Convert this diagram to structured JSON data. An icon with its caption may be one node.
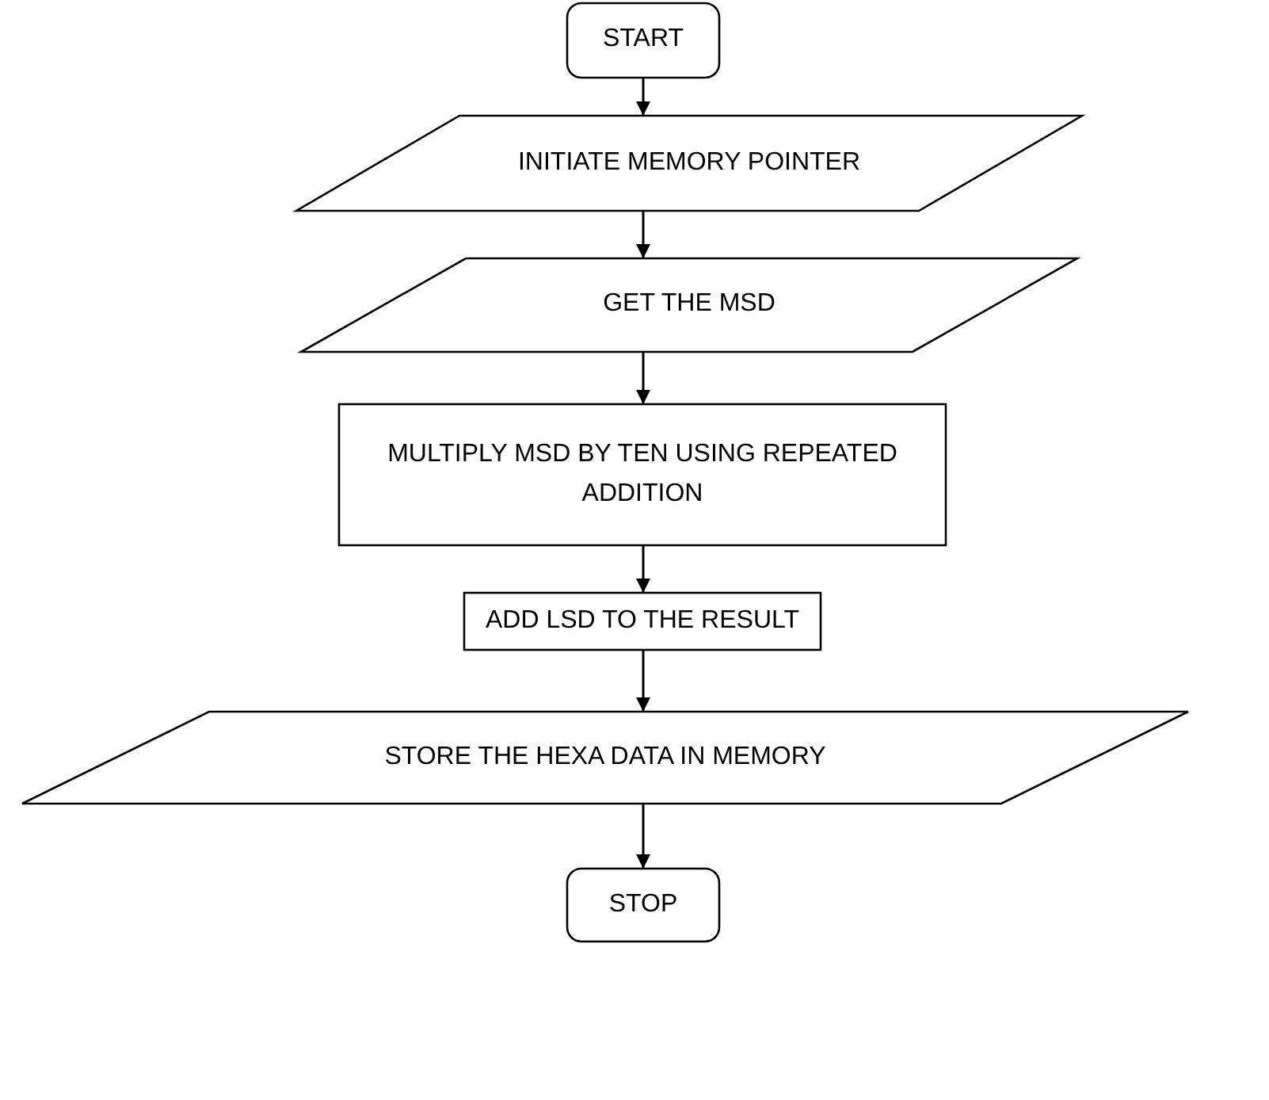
{
  "diagram": {
    "nodes": [
      {
        "text": [
          "START"
        ]
      },
      {
        "text": [
          "INITIATE MEMORY POINTER"
        ]
      },
      {
        "text": [
          "GET THE MSD"
        ]
      },
      {
        "text": [
          "MULTIPLY MSD BY TEN USING REPEATED ADDITION"
        ]
      },
      {
        "text": [
          "ADD LSD TO THE RESULT"
        ]
      },
      {
        "text": [
          "STORE THE HEXA DATA IN MEMORY"
        ]
      },
      {
        "text": [
          "STOP"
        ]
      }
    ],
    "edges": [
      {
        "from": 0,
        "to": 1,
        "arrow": "to"
      },
      {
        "from": 1,
        "to": 2,
        "arrow": "to"
      },
      {
        "from": 2,
        "to": 3,
        "arrow": "to"
      },
      {
        "from": 3,
        "to": 4,
        "arrow": "to"
      },
      {
        "from": 4,
        "to": 5,
        "arrow": "to"
      },
      {
        "from": 5,
        "to": 6,
        "arrow": "to"
      }
    ]
  }
}
